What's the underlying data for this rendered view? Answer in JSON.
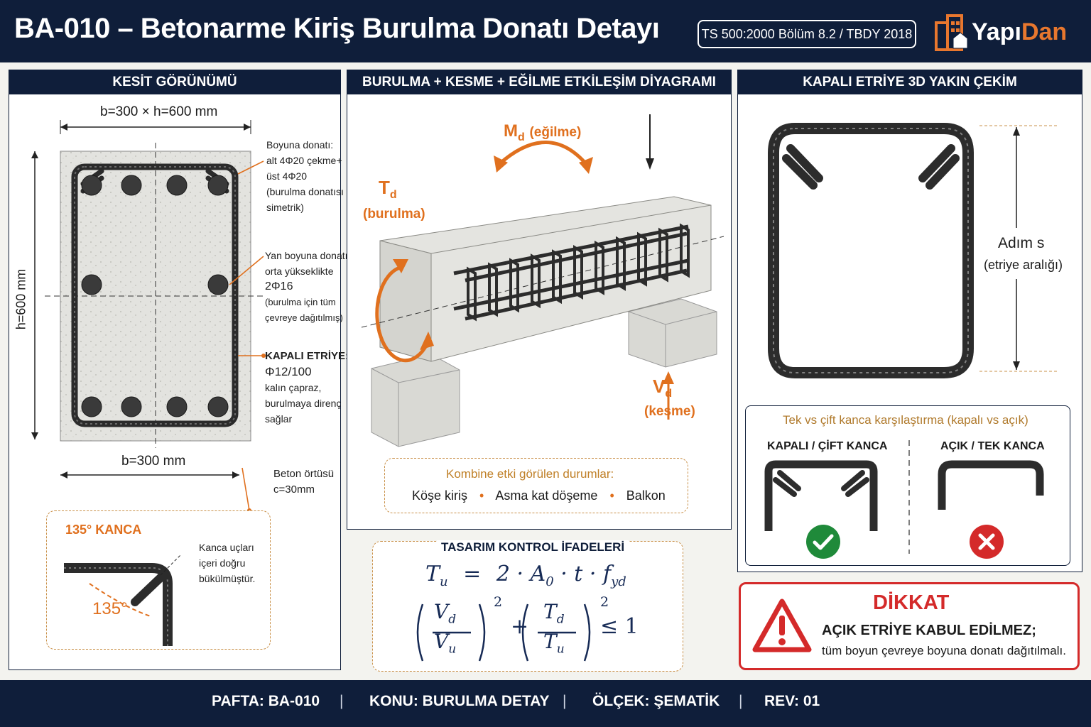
{
  "header": {
    "title": "BA-010 – Betonarme Kiriş Burulma Donatı Detayı",
    "standard": "TS 500:2000 Bölüm 8.2 / TBDY 2018",
    "logo_main": "Yapı",
    "logo_accent": "Dan"
  },
  "section_view": {
    "heading": "KESİT GÖRÜNÜMÜ",
    "dim_top": "b=300 × h=600 mm",
    "dim_left": "h=600 mm",
    "dim_bottom": "b=300 mm",
    "long_rebar": [
      "Boyuna donatı:",
      "alt 4Φ20 çekme+",
      "üst 4Φ20",
      "(burulma donatısı",
      "simetrik)"
    ],
    "side_rebar": [
      "Yan boyuna donatı:",
      "orta yükseklikte",
      "2Φ16",
      "(burulma için tüm",
      "çevreye dağıtılmış)"
    ],
    "stirrup_title": "KAPALI ETRİYE:",
    "stirrup": [
      "Φ12/100",
      "kalın çapraz,",
      "burulmaya direnç",
      "sağlar"
    ],
    "cover": [
      "Beton örtüsü",
      "c=30mm"
    ]
  },
  "hook_detail": {
    "title": "135° KANCA",
    "angle": "135°",
    "note": [
      "Kanca uçları",
      "içeri doğru",
      "bükülmüştür."
    ]
  },
  "interaction": {
    "heading": "BURULMA + KESME + EĞİLME ETKİLEŞİM DİYAGRAMI",
    "md": "M",
    "md_sub": "d",
    "md_label": "(eğilme)",
    "td": "T",
    "td_sub": "d",
    "td_label": "(burulma)",
    "vd": "V",
    "vd_sub": "d",
    "vd_label": "(kesme)",
    "combined_title": "Kombine etki görülen durumlar:",
    "cases": [
      "Köşe kiriş",
      "Asma kat döşeme",
      "Balkon"
    ]
  },
  "design_check": {
    "title": "TASARIM KONTROL İFADELERİ",
    "f1_lhs": "T",
    "f1_lhs_sub": "u",
    "f1_eq": "=",
    "f1_rhs": "2 · A",
    "f1_rhs_sub": "0",
    "f1_rhs2": "· t · f",
    "f1_rhs2_sub": "yd",
    "f2_n1": "V",
    "f2_n1_sub": "d",
    "f2_d1": "V",
    "f2_d1_sub": "u",
    "f2_n2": "T",
    "f2_n2_sub": "d",
    "f2_d2": "T",
    "f2_d2_sub": "u",
    "f2_exp": "2",
    "f2_plus": "+",
    "f2_rel": "≤ 1"
  },
  "stirrup_3d": {
    "heading": "KAPALI ETRİYE 3D YAKIN ÇEKİM",
    "pitch": "Adım s",
    "pitch_sub": "(etriye aralığı)"
  },
  "compare": {
    "title": "Tek vs çift kanca karşılaştırma (kapalı vs açık)",
    "closed": "KAPALI / ÇİFT KANCA",
    "open": "AÇIK  / TEK KANCA"
  },
  "warning": {
    "title": "DİKKAT",
    "line1": "AÇIK ETRİYE KABUL EDİLMEZ;",
    "line2": "tüm boyun çevreye boyuna donatı dağıtılmalı."
  },
  "footer": {
    "sheet": "PAFTA:  BA-010",
    "subject": "KONU:  BURULMA DETAY",
    "scale": "ÖLÇEK:  ŞEMATİK",
    "rev": "REV: 01",
    "separator": "|"
  },
  "colors": {
    "navy": "#0f1e3a",
    "orange": "#e0701e",
    "ok": "#1f8a3a",
    "bad": "#d42a2a"
  }
}
